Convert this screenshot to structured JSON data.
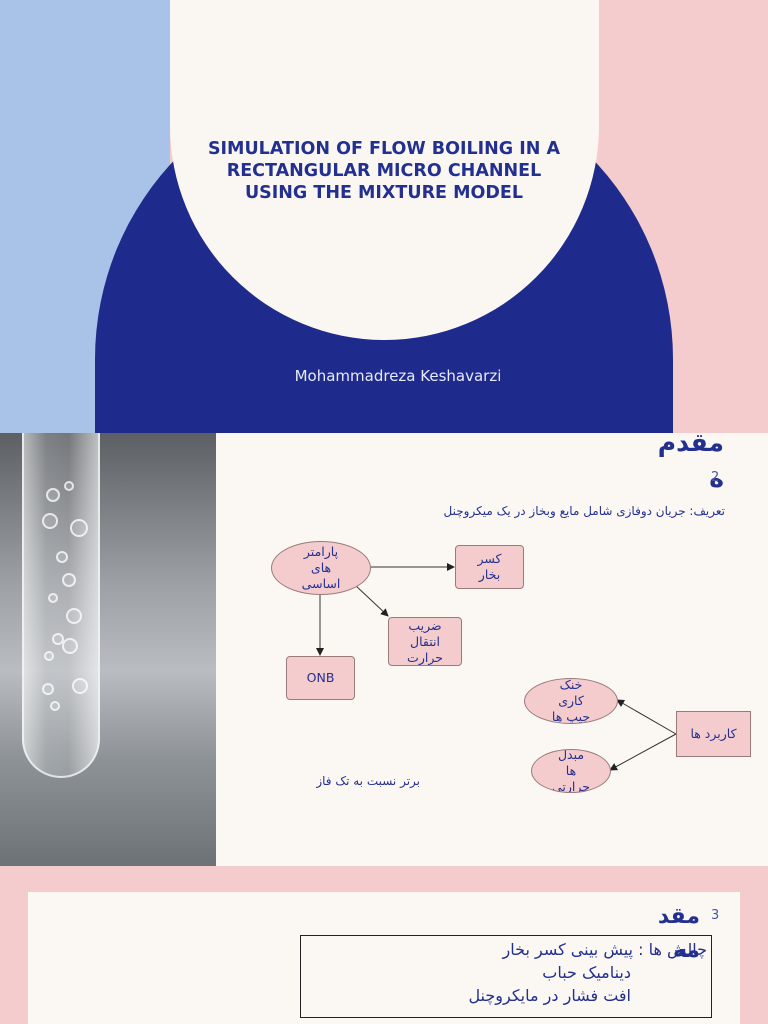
{
  "slide1": {
    "title_lines": [
      "SIMULATION OF FLOW BOILING IN A",
      "RECTANGULAR MICRO CHANNEL",
      "USING THE MIXTURE MODEL"
    ],
    "author": "Mohammadreza Keshavarzi",
    "colors": {
      "left": "#a9c3e8",
      "right": "#f5cccd",
      "arch": "#1f2b8c",
      "circle": "#faf7f3",
      "title": "#23308f"
    }
  },
  "slide2": {
    "title_lines": [
      "مقدم",
      "ه"
    ],
    "page_number": "2",
    "definition": "تعریف: جریان دوفازی شامل مایع وبخاز در یک میکروچنل",
    "note": "برتر نسبت به تک فاز",
    "nodes": {
      "params": [
        "پارامتر",
        "های",
        "اساسی"
      ],
      "vapor_fraction": [
        "کسر",
        "بخار"
      ],
      "heat_transfer_coeff": [
        "ضریب",
        "انتقال",
        "حرارت"
      ],
      "onb": "ONB",
      "chip_cooling": [
        "خنک",
        "کاری",
        "چیپ ها"
      ],
      "heat_exchangers": [
        "مبدل",
        "ها",
        "حرارتی"
      ],
      "applications": "کاربرد ها"
    },
    "colors": {
      "node_fill": "#f5cccd",
      "text": "#23308f",
      "background": "#fbf8f4"
    }
  },
  "slide3": {
    "title_lines": [
      "مقد",
      "مه"
    ],
    "page_number": "3",
    "challenge_lines": [
      "چالش ها : پیش بینی کسر بخار",
      "دینامیک حباب",
      "افت فشار در مایکروچنل"
    ]
  }
}
